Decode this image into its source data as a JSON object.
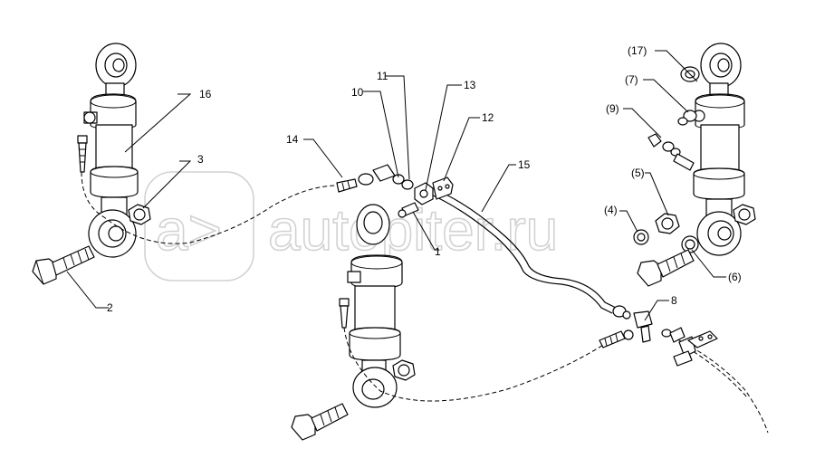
{
  "watermark": {
    "text": "autopiter.ru",
    "symbol": "a>"
  },
  "callouts": {
    "c1": "1",
    "c2": "2",
    "c3": "3",
    "c4": "(4)",
    "c5": "(5)",
    "c6": "(6)",
    "c7": "(7)",
    "c8": "8",
    "c9": "(9)",
    "c10": "10",
    "c11": "11",
    "c12": "12",
    "c13": "13",
    "c14": "14",
    "c15": "15",
    "c16": "16",
    "c17": "(17)"
  }
}
